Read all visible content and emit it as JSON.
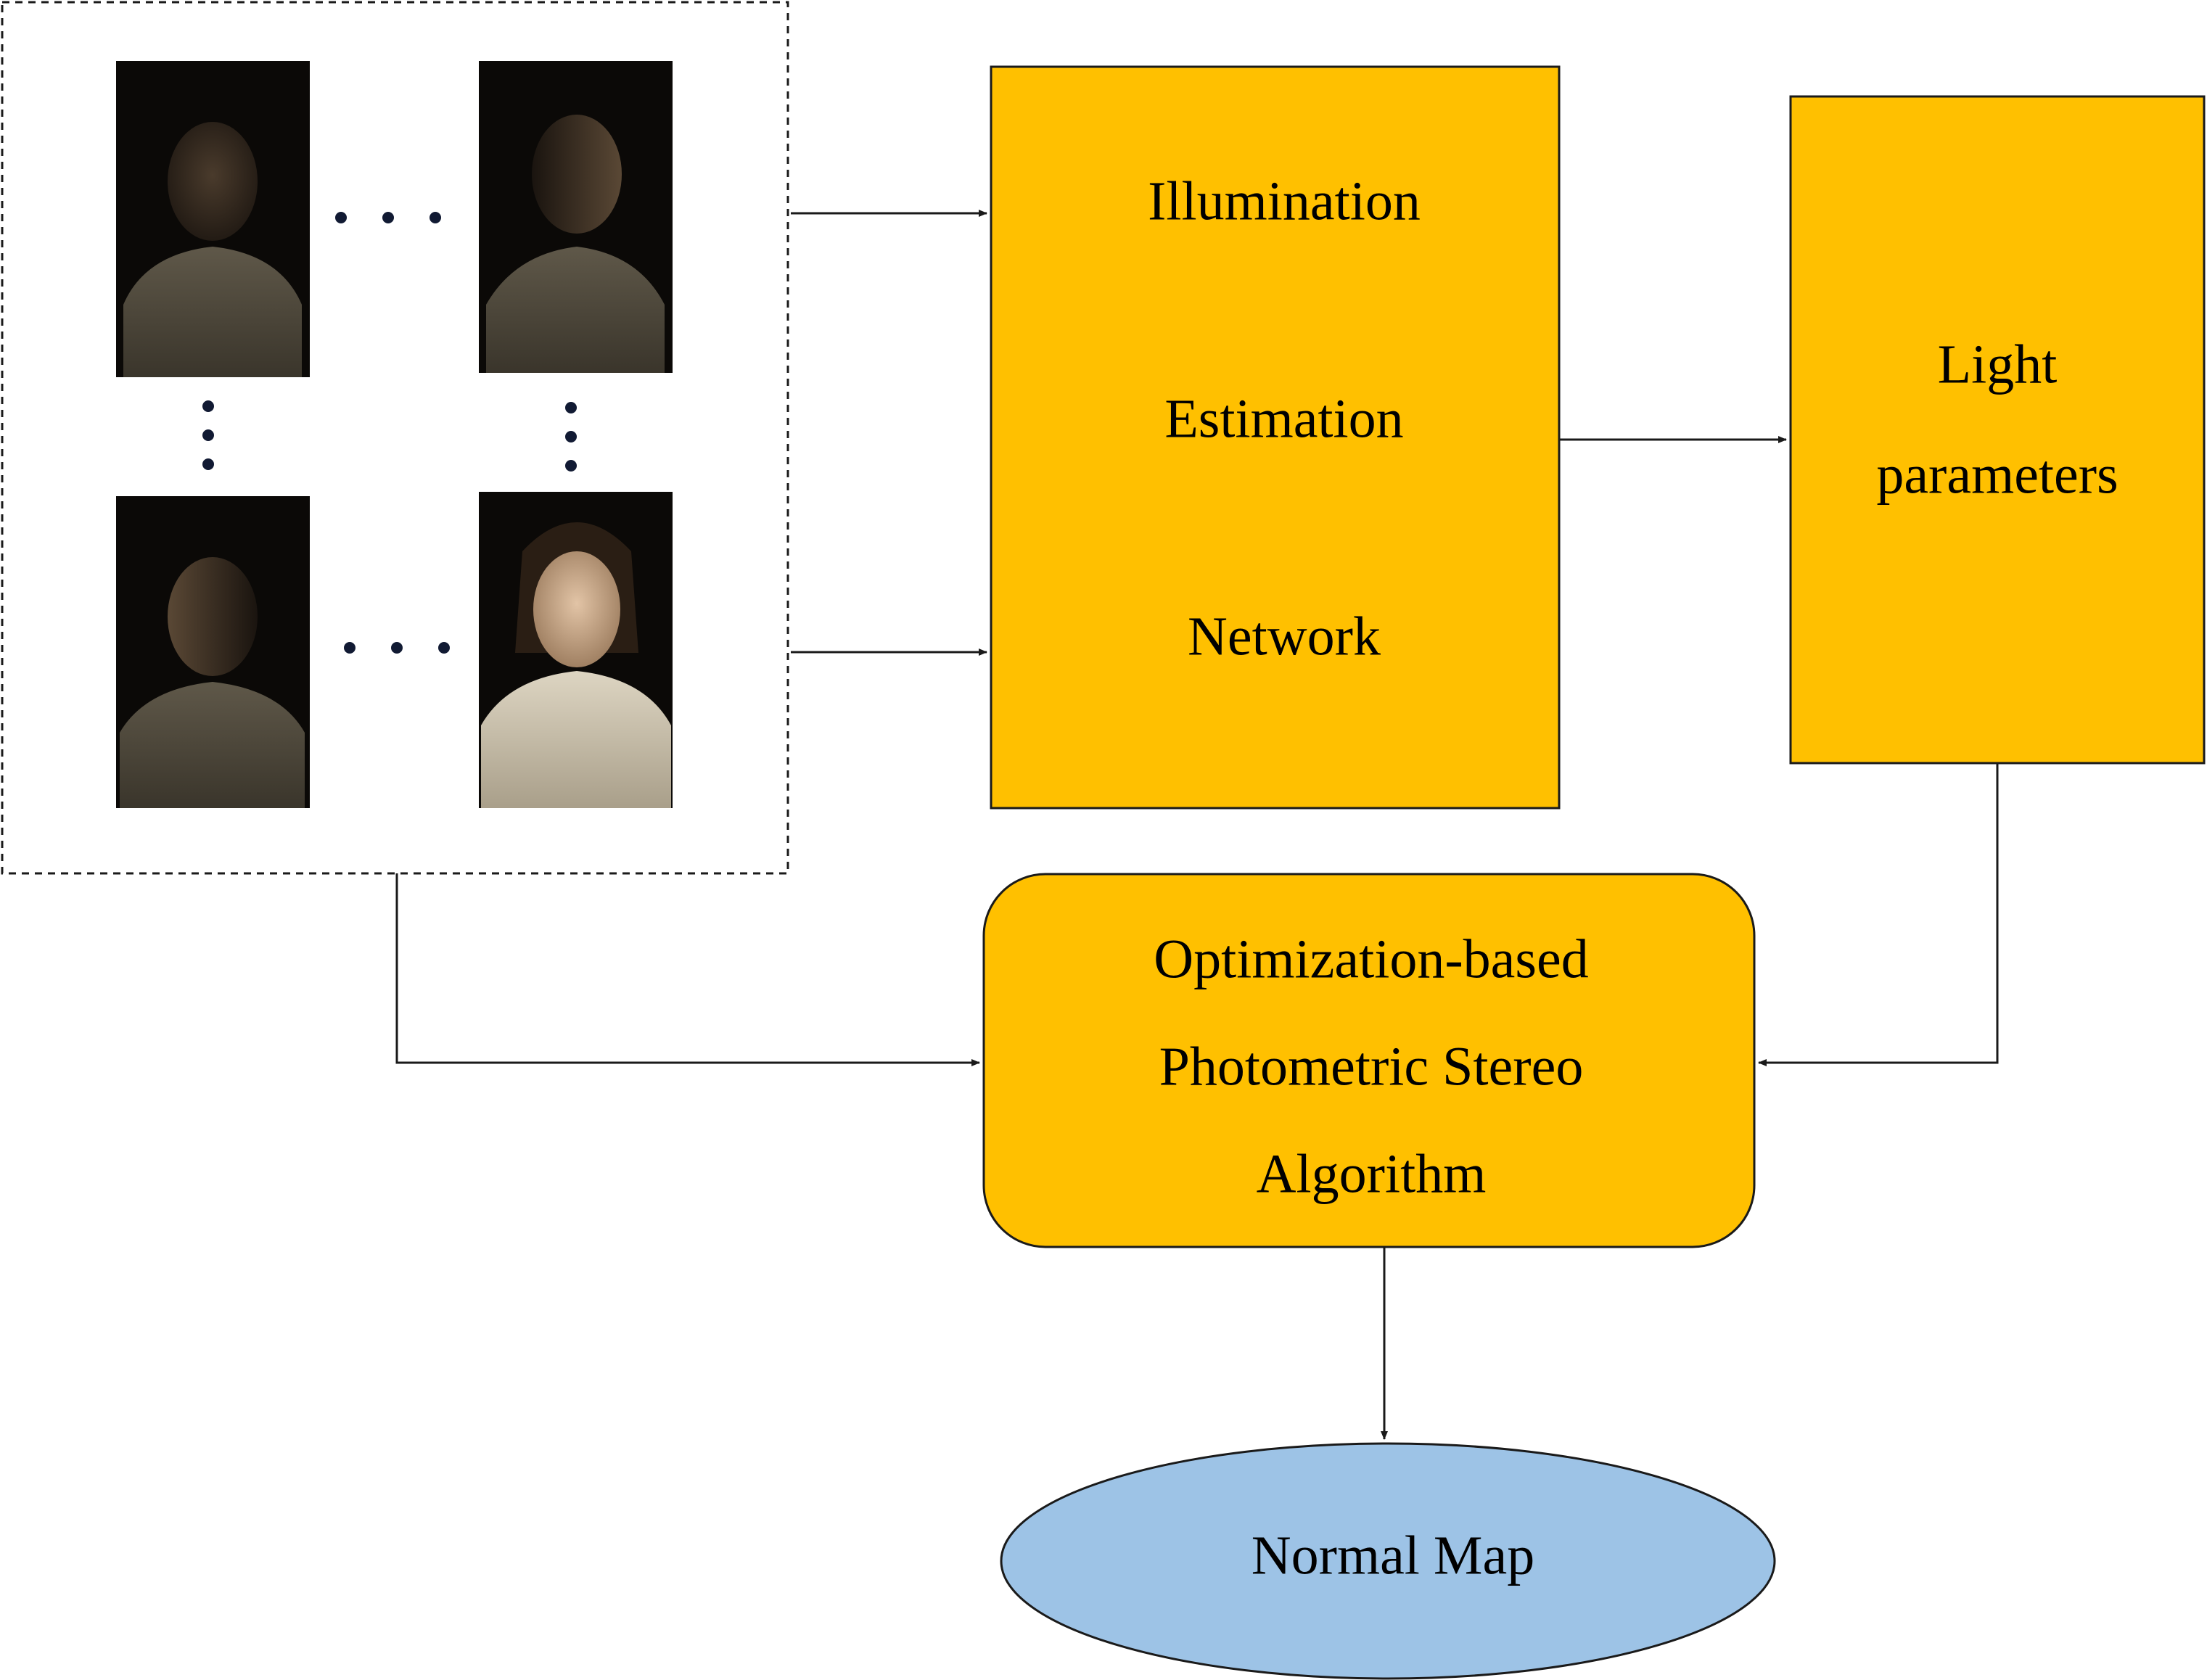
{
  "colors": {
    "process_box": "#ffc000",
    "output_ellipse": "#9dc3e6",
    "border": "#1a1a1a",
    "photo_background": "#0b0907",
    "ellipsis_dots": "#111a33"
  },
  "input_panel": {
    "images": [
      {
        "id": "face-1",
        "lighting": "dim frontal"
      },
      {
        "id": "face-2",
        "lighting": "dim right side"
      },
      {
        "id": "face-3",
        "lighting": "dim left side"
      },
      {
        "id": "face-4",
        "lighting": "bright frontal"
      }
    ],
    "ellipsis_horizontal": "• • •",
    "ellipsis_vertical": "⋮"
  },
  "nodes": {
    "illumination_network": {
      "lines": [
        "Illumination",
        "Estimation",
        "Network"
      ]
    },
    "light_parameters": {
      "lines": [
        "Light",
        "parameters"
      ]
    },
    "photometric_stereo": {
      "lines": [
        "Optimization-based",
        "Photometric Stereo",
        "Algorithm"
      ]
    },
    "normal_map": {
      "lines": [
        "Normal Map"
      ]
    }
  },
  "edges": [
    {
      "from": "input_panel",
      "to": "illumination_network"
    },
    {
      "from": "input_panel",
      "to": "illumination_network"
    },
    {
      "from": "illumination_network",
      "to": "light_parameters"
    },
    {
      "from": "light_parameters",
      "to": "photometric_stereo"
    },
    {
      "from": "input_panel",
      "to": "photometric_stereo"
    },
    {
      "from": "photometric_stereo",
      "to": "normal_map"
    }
  ]
}
